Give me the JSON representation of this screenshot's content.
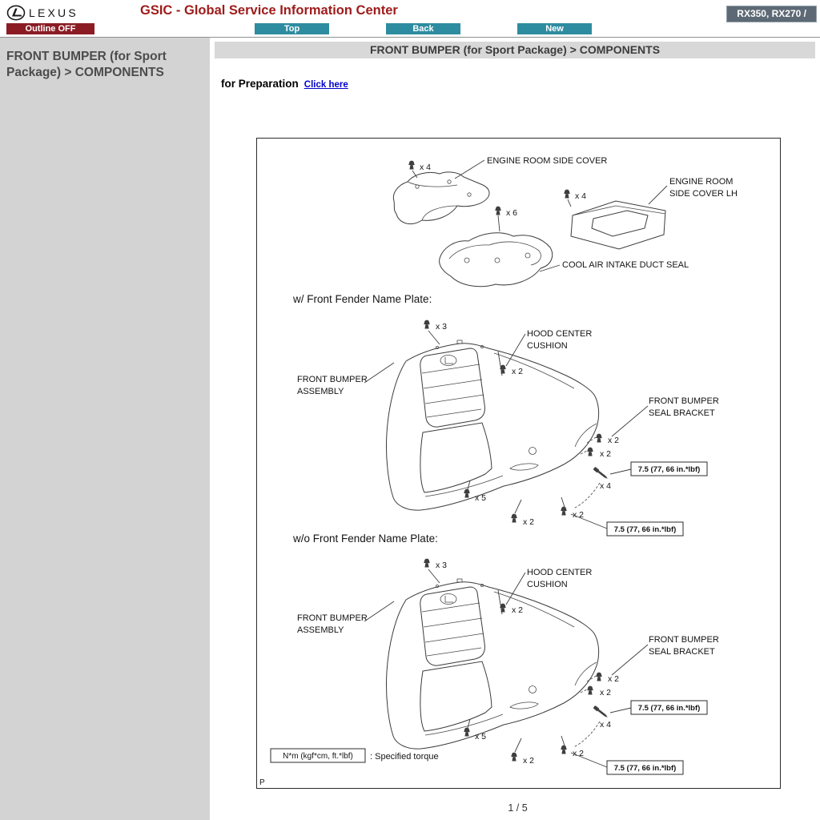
{
  "header": {
    "brand": "LEXUS",
    "app_title": "GSIC - Global Service Information Center",
    "model_badge": "RX350, RX270 /",
    "outline_button": "Outline OFF",
    "nav": {
      "top": "Top",
      "back": "Back",
      "new": "New"
    }
  },
  "sidebar": {
    "title": "FRONT BUMPER (for Sport Package) > COMPONENTS"
  },
  "main": {
    "title": "FRONT BUMPER (for Sport Package) > COMPONENTS",
    "preparation_label": "for Preparation",
    "preparation_link": "Click here",
    "page_indicator": "1 / 5"
  },
  "diagram": {
    "section_with": "w/ Front Fender Name Plate:",
    "section_without": "w/o Front Fender Name Plate:",
    "labels": {
      "engine_room_side_cover": "ENGINE ROOM SIDE COVER",
      "engine_room_lh_line1": "ENGINE ROOM",
      "engine_room_lh_line2": "SIDE COVER LH",
      "cool_air_seal": "COOL AIR INTAKE DUCT SEAL",
      "hood_cushion_line1": "HOOD CENTER",
      "hood_cushion_line2": "CUSHION",
      "bumper_line1": "FRONT BUMPER",
      "bumper_line2": "ASSEMBLY",
      "bracket_line1": "FRONT BUMPER",
      "bracket_line2": "SEAL BRACKET"
    },
    "counts": {
      "x2": "x 2",
      "x3": "x 3",
      "x4": "x 4",
      "x5": "x 5",
      "x6": "x 6"
    },
    "torque": "7.5 (77, 66 in.*lbf)",
    "legend_unit": "N*m (kgf*cm, ft.*lbf)",
    "legend_desc": ": Specified torque",
    "page_marker": "P"
  }
}
